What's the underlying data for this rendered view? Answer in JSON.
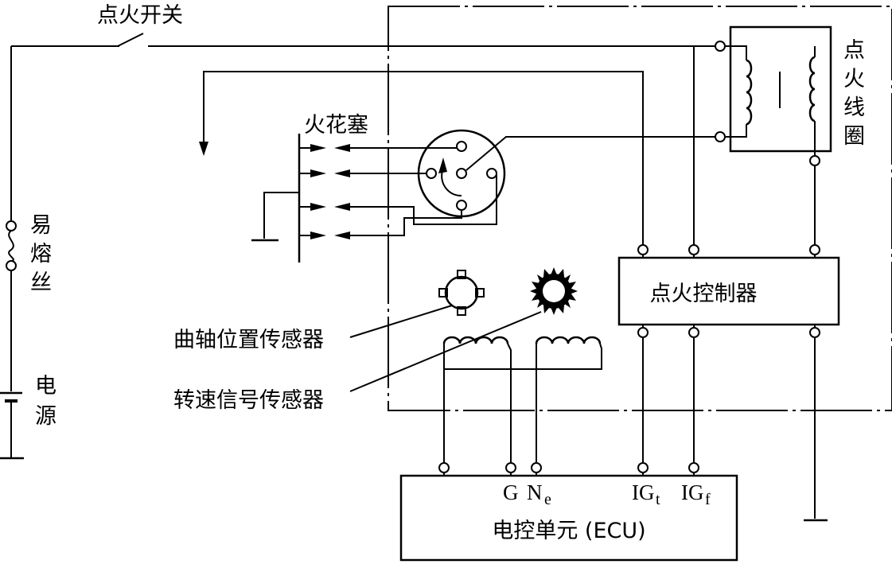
{
  "labels": {
    "ignition_switch": "点火开关",
    "fuse": [
      "易",
      "熔",
      "丝"
    ],
    "power": [
      "电",
      "源"
    ],
    "spark_plug": "火花塞",
    "ignition_coil": [
      "点",
      "火",
      "线",
      "圈"
    ],
    "ignition_controller": "点火控制器",
    "crank_sensor": "曲轴位置传感器",
    "speed_sensor": "转速信号传感器",
    "ecu": "电控单元 (ECU)",
    "pin_g": "G",
    "pin_ne": "N",
    "pin_ne_sub": "e",
    "pin_igt": "IG",
    "pin_igt_sub": "t",
    "pin_igf": "IG",
    "pin_igf_sub": "f"
  }
}
